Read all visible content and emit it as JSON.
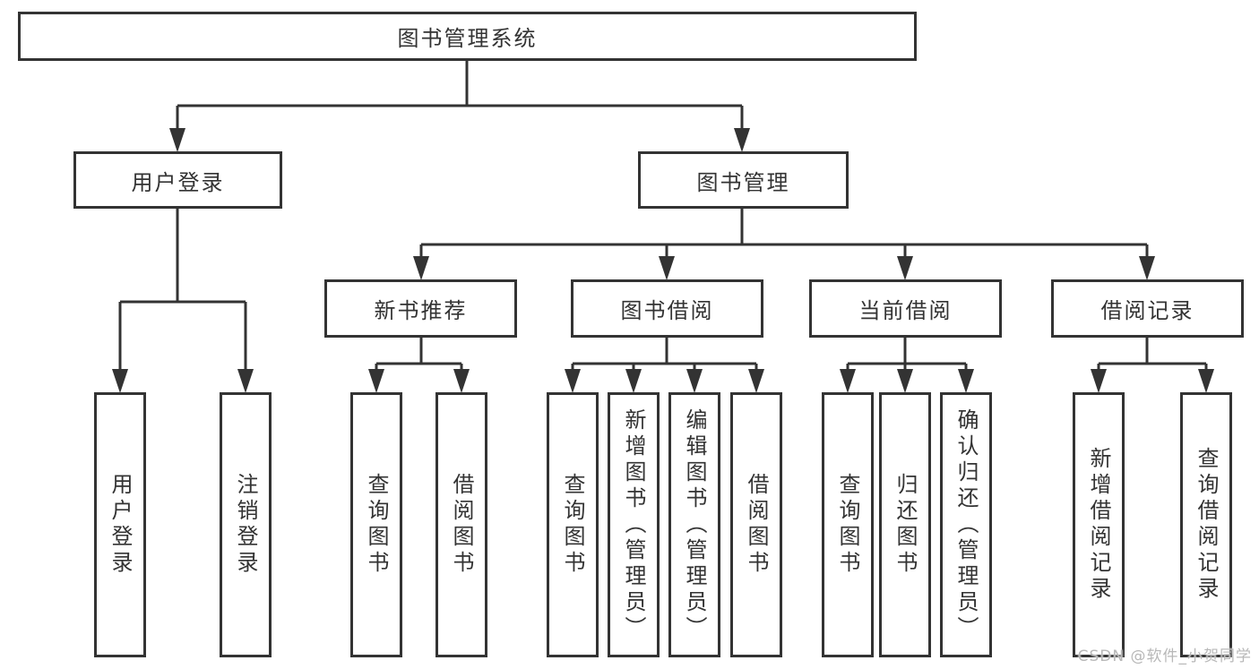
{
  "diagram": {
    "root": {
      "label": "图书管理系统"
    },
    "branches": [
      {
        "label": "用户登录",
        "children": [
          {
            "label": "用户登录"
          },
          {
            "label": "注销登录"
          }
        ]
      },
      {
        "label": "图书管理",
        "children": [
          {
            "label": "新书推荐",
            "children": [
              {
                "label": "查询图书"
              },
              {
                "label": "借阅图书"
              }
            ]
          },
          {
            "label": "图书借阅",
            "children": [
              {
                "label": "查询图书"
              },
              {
                "label": "新增图书（管理员）"
              },
              {
                "label": "编辑图书（管理员）"
              },
              {
                "label": "借阅图书"
              }
            ]
          },
          {
            "label": "当前借阅",
            "children": [
              {
                "label": "查询图书"
              },
              {
                "label": "归还图书"
              },
              {
                "label": "确认归还（管理员）"
              }
            ]
          },
          {
            "label": "借阅记录",
            "children": [
              {
                "label": "新增借阅记录"
              },
              {
                "label": "查询借阅记录"
              }
            ]
          }
        ]
      }
    ]
  },
  "watermark": {
    "text": "CSDN @软件_小贺同学"
  },
  "colors": {
    "background": "#ffffff",
    "line": "#333333",
    "box_border": "#333333",
    "text": "#333333",
    "watermark": "#b8b8b8"
  }
}
